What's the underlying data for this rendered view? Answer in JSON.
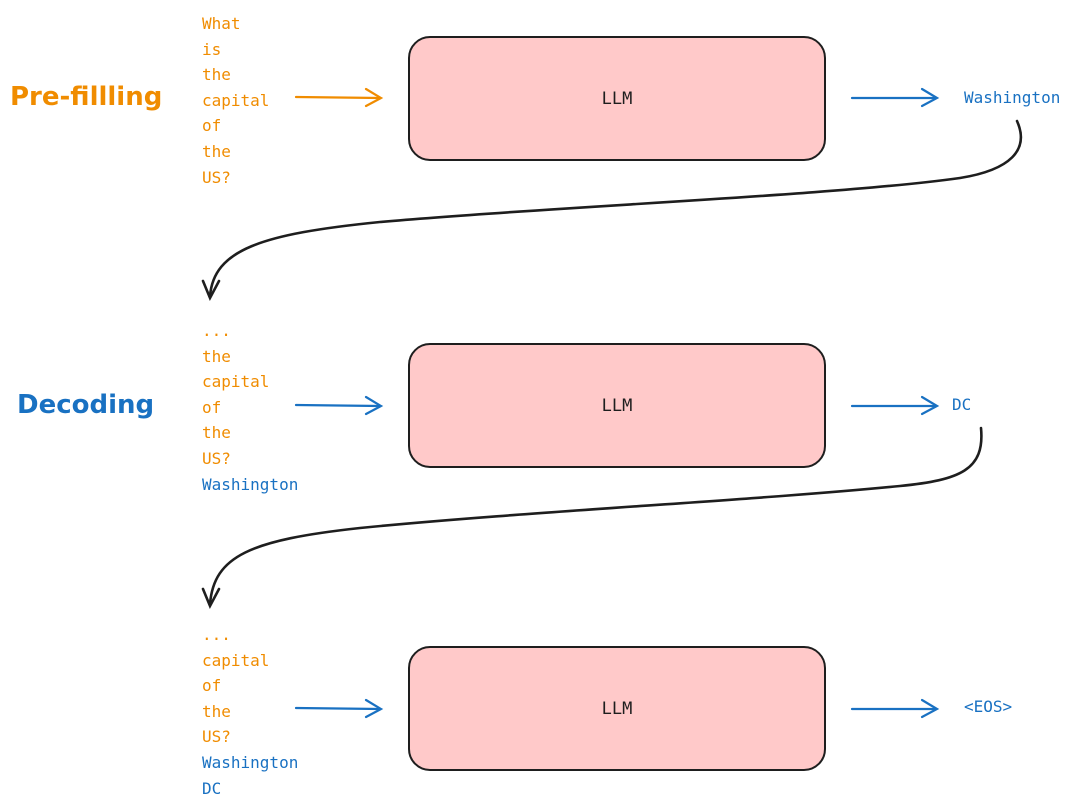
{
  "colors": {
    "prefill": "#f08c00",
    "decode": "#1971c2",
    "box_fill": "#ffc9c9",
    "stroke": "#1e1e1e"
  },
  "phases": {
    "prefill_label": "Pre-fillling",
    "decode_label": "Decoding"
  },
  "rows": [
    {
      "input_tokens": [
        {
          "text": "What",
          "phase": "prefill"
        },
        {
          "text": "is",
          "phase": "prefill"
        },
        {
          "text": "the",
          "phase": "prefill"
        },
        {
          "text": "capital",
          "phase": "prefill"
        },
        {
          "text": "of",
          "phase": "prefill"
        },
        {
          "text": "the",
          "phase": "prefill"
        },
        {
          "text": "US?",
          "phase": "prefill"
        }
      ],
      "model_label": "LLM",
      "output_token": "Washington"
    },
    {
      "input_tokens": [
        {
          "text": "...",
          "phase": "prefill"
        },
        {
          "text": "the",
          "phase": "prefill"
        },
        {
          "text": "capital",
          "phase": "prefill"
        },
        {
          "text": "of",
          "phase": "prefill"
        },
        {
          "text": "the",
          "phase": "prefill"
        },
        {
          "text": "US?",
          "phase": "prefill"
        },
        {
          "text": "Washington",
          "phase": "decode"
        }
      ],
      "model_label": "LLM",
      "output_token": "DC"
    },
    {
      "input_tokens": [
        {
          "text": "...",
          "phase": "prefill"
        },
        {
          "text": "capital",
          "phase": "prefill"
        },
        {
          "text": "of",
          "phase": "prefill"
        },
        {
          "text": "the",
          "phase": "prefill"
        },
        {
          "text": "US?",
          "phase": "prefill"
        },
        {
          "text": "Washington",
          "phase": "decode"
        },
        {
          "text": "DC",
          "phase": "decode"
        }
      ],
      "model_label": "LLM",
      "output_token": "<EOS>"
    }
  ]
}
